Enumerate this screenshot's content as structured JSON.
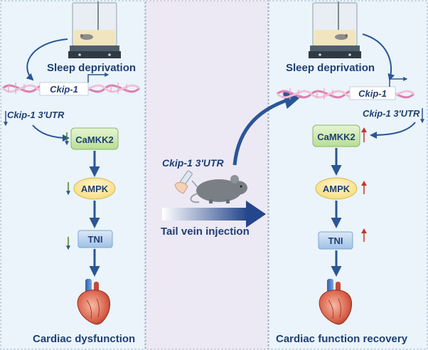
{
  "left": {
    "sleep_label": "Sleep deprivation",
    "gene_label": "Ckip-1",
    "utr_label": "Ckip-1 3'UTR",
    "camkk2": "CaMKK2",
    "ampk": "AMPK",
    "tni": "TNI",
    "outcome": "Cardiac dysfunction"
  },
  "middle": {
    "utr_label": "Ckip-1 3'UTR",
    "injection_label": "Tail vein injection"
  },
  "right": {
    "sleep_label": "Sleep deprivation",
    "gene_label": "Ckip-1",
    "utr_label": "Ckip-1 3'UTR",
    "camkk2": "CaMKK2",
    "ampk": "AMPK",
    "tni": "TNI",
    "outcome": "Cardiac function recovery"
  },
  "colors": {
    "left_panel_bg": "#eaf4fa",
    "middle_panel_bg": "#ece9f4",
    "right_panel_bg": "#eaf4fa",
    "text_navy": "#1f3f73",
    "arrow_blue": "#2b5596",
    "down_arrow_green": "#4a7f23",
    "up_arrow_red": "#c0392b",
    "camkk2_fill": "#cfe8b2",
    "ampk_fill": "#fbe8a6",
    "tni_fill": "#b9d4ee"
  }
}
